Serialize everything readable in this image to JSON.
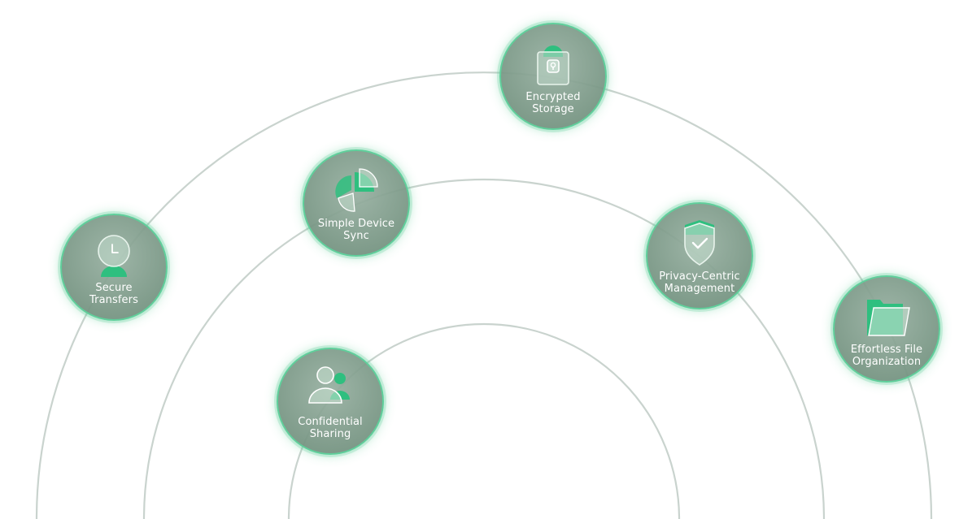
{
  "nodes": [
    {
      "id": "encrypted-storage",
      "icon": "padlock-icon",
      "label_line1": "Encrypted",
      "label_line2": "Storage"
    },
    {
      "id": "simple-device-sync",
      "icon": "pie-chart-icon",
      "label_line1": "Simple Device",
      "label_line2": "Sync"
    },
    {
      "id": "secure-transfers",
      "icon": "clock-icon",
      "label_line1": "Secure",
      "label_line2": "Transfers"
    },
    {
      "id": "privacy-centric-management",
      "icon": "shield-check-icon",
      "label_line1": "Privacy-Centric",
      "label_line2": "Management"
    },
    {
      "id": "effortless-file-organization",
      "icon": "folder-icon",
      "label_line1": "Effortless File",
      "label_line2": "Organization"
    },
    {
      "id": "confidential-sharing",
      "icon": "users-icon",
      "label_line1": "Confidential",
      "label_line2": "Sharing"
    }
  ],
  "colors": {
    "accent": "#5fcf9b",
    "accent_dark": "#2fbf7f",
    "arc": "#c9d3ce",
    "node_fill": "#86a292",
    "label": "#ffffff"
  }
}
